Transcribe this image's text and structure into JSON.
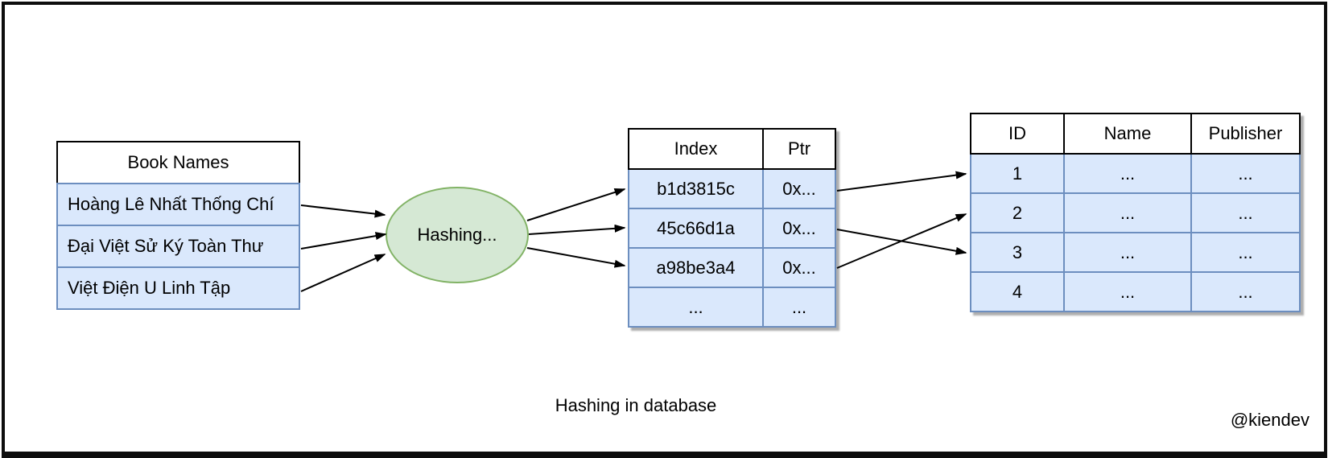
{
  "frame": {
    "caption": "Hashing in database",
    "watermark": "@kiendev"
  },
  "book_table": {
    "title": "Book Names",
    "rows": [
      "Hoàng Lê Nhất Thống Chí",
      "Đại Việt Sử Ký Toàn Thư",
      "Việt Điện U Linh Tập"
    ]
  },
  "hash_node": {
    "label": "Hashing..."
  },
  "index_table": {
    "headers": [
      "Index",
      "Ptr"
    ],
    "rows": [
      [
        "b1d3815c",
        "0x..."
      ],
      [
        "45c66d1a",
        "0x..."
      ],
      [
        "a98be3a4",
        "0x..."
      ],
      [
        "...",
        "..."
      ]
    ]
  },
  "record_table": {
    "headers": [
      "ID",
      "Name",
      "Publisher"
    ],
    "rows": [
      [
        "1",
        "...",
        "..."
      ],
      [
        "2",
        "...",
        "..."
      ],
      [
        "3",
        "...",
        "..."
      ],
      [
        "4",
        "...",
        "..."
      ]
    ]
  },
  "arrows": [
    {
      "from": "book-row-1",
      "to": "hash-node"
    },
    {
      "from": "book-row-2",
      "to": "hash-node"
    },
    {
      "from": "book-row-3",
      "to": "hash-node"
    },
    {
      "from": "hash-node",
      "to": "index-row-1"
    },
    {
      "from": "hash-node",
      "to": "index-row-2"
    },
    {
      "from": "hash-node",
      "to": "index-row-3"
    },
    {
      "from": "index-row-1",
      "to": "record-row-1"
    },
    {
      "from": "index-row-2",
      "to": "record-row-3"
    },
    {
      "from": "index-row-3",
      "to": "record-row-2"
    }
  ],
  "colors": {
    "cell_fill": "#dae8fc",
    "cell_border": "#6c8ebf",
    "ellipse_fill": "#d5e8d4",
    "ellipse_border": "#82b366",
    "line": "#000000",
    "frame": "#0d0d0d"
  }
}
